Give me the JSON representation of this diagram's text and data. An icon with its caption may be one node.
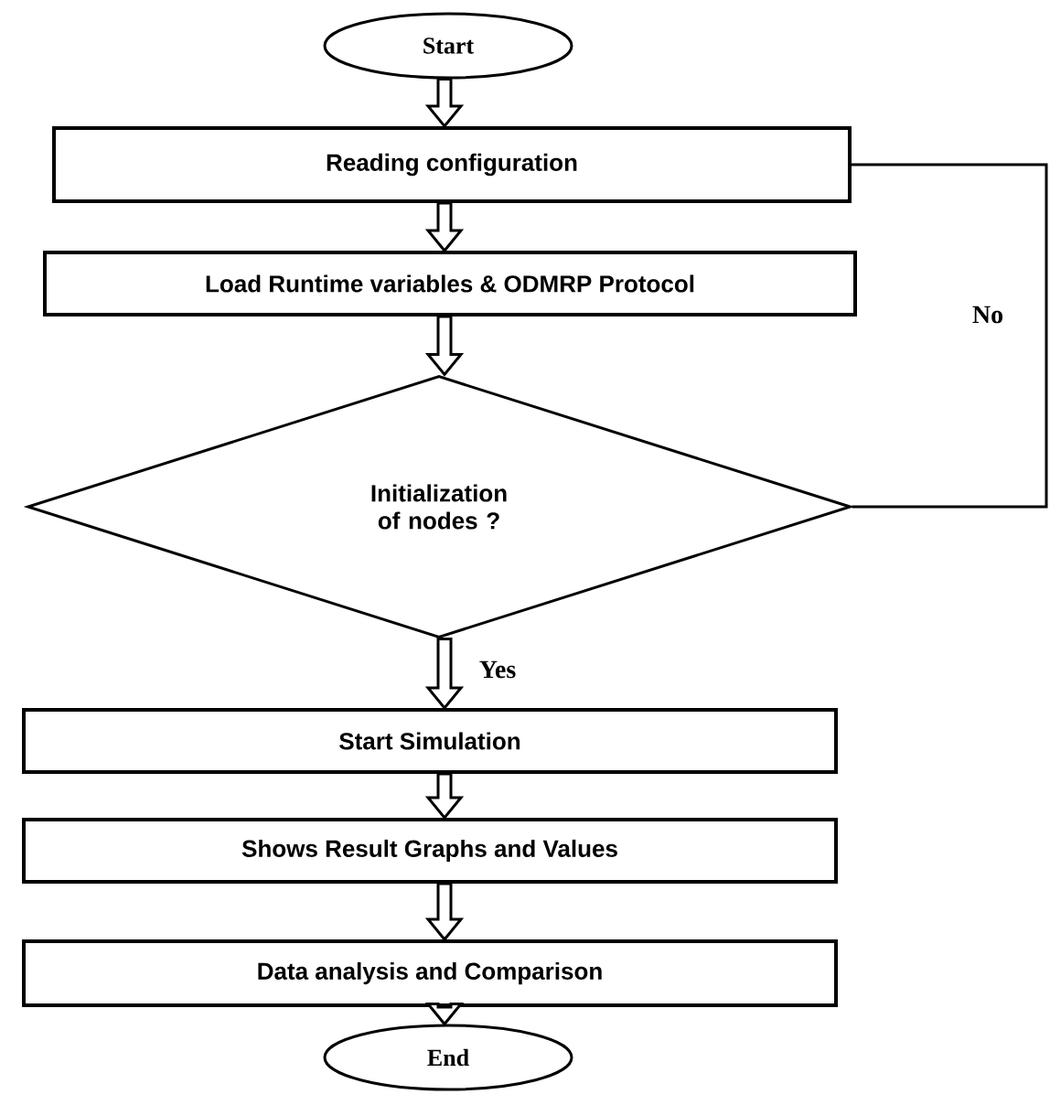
{
  "diagram": {
    "nodes": [
      {
        "text": [
          "Start"
        ]
      },
      {
        "text": [
          "Reading configuration"
        ]
      },
      {
        "text": [
          "Load Runtime variables & ODMRP Protocol"
        ]
      },
      {
        "text": [
          "Initialization of nodes ?"
        ]
      },
      {
        "text": [
          "Start Simulation"
        ]
      },
      {
        "text": [
          "Shows Result Graphs and Values"
        ]
      },
      {
        "text": [
          "Data analysis and Comparison"
        ]
      },
      {
        "text": [
          "End"
        ]
      }
    ],
    "edges": [
      {
        "from": 0,
        "to": 1,
        "arrow": "to"
      },
      {
        "from": 1,
        "to": 2,
        "arrow": "to"
      },
      {
        "from": 2,
        "to": 3,
        "arrow": "to"
      },
      {
        "from": 3,
        "to": 4,
        "label": "Yes",
        "arrow": "to"
      },
      {
        "from": 4,
        "to": 5,
        "arrow": "to"
      },
      {
        "from": 5,
        "to": 6,
        "arrow": "to"
      },
      {
        "from": 6,
        "to": 7,
        "arrow": "to"
      },
      {
        "from": 3,
        "to": 1,
        "label": "No",
        "arrow": "none"
      }
    ]
  }
}
